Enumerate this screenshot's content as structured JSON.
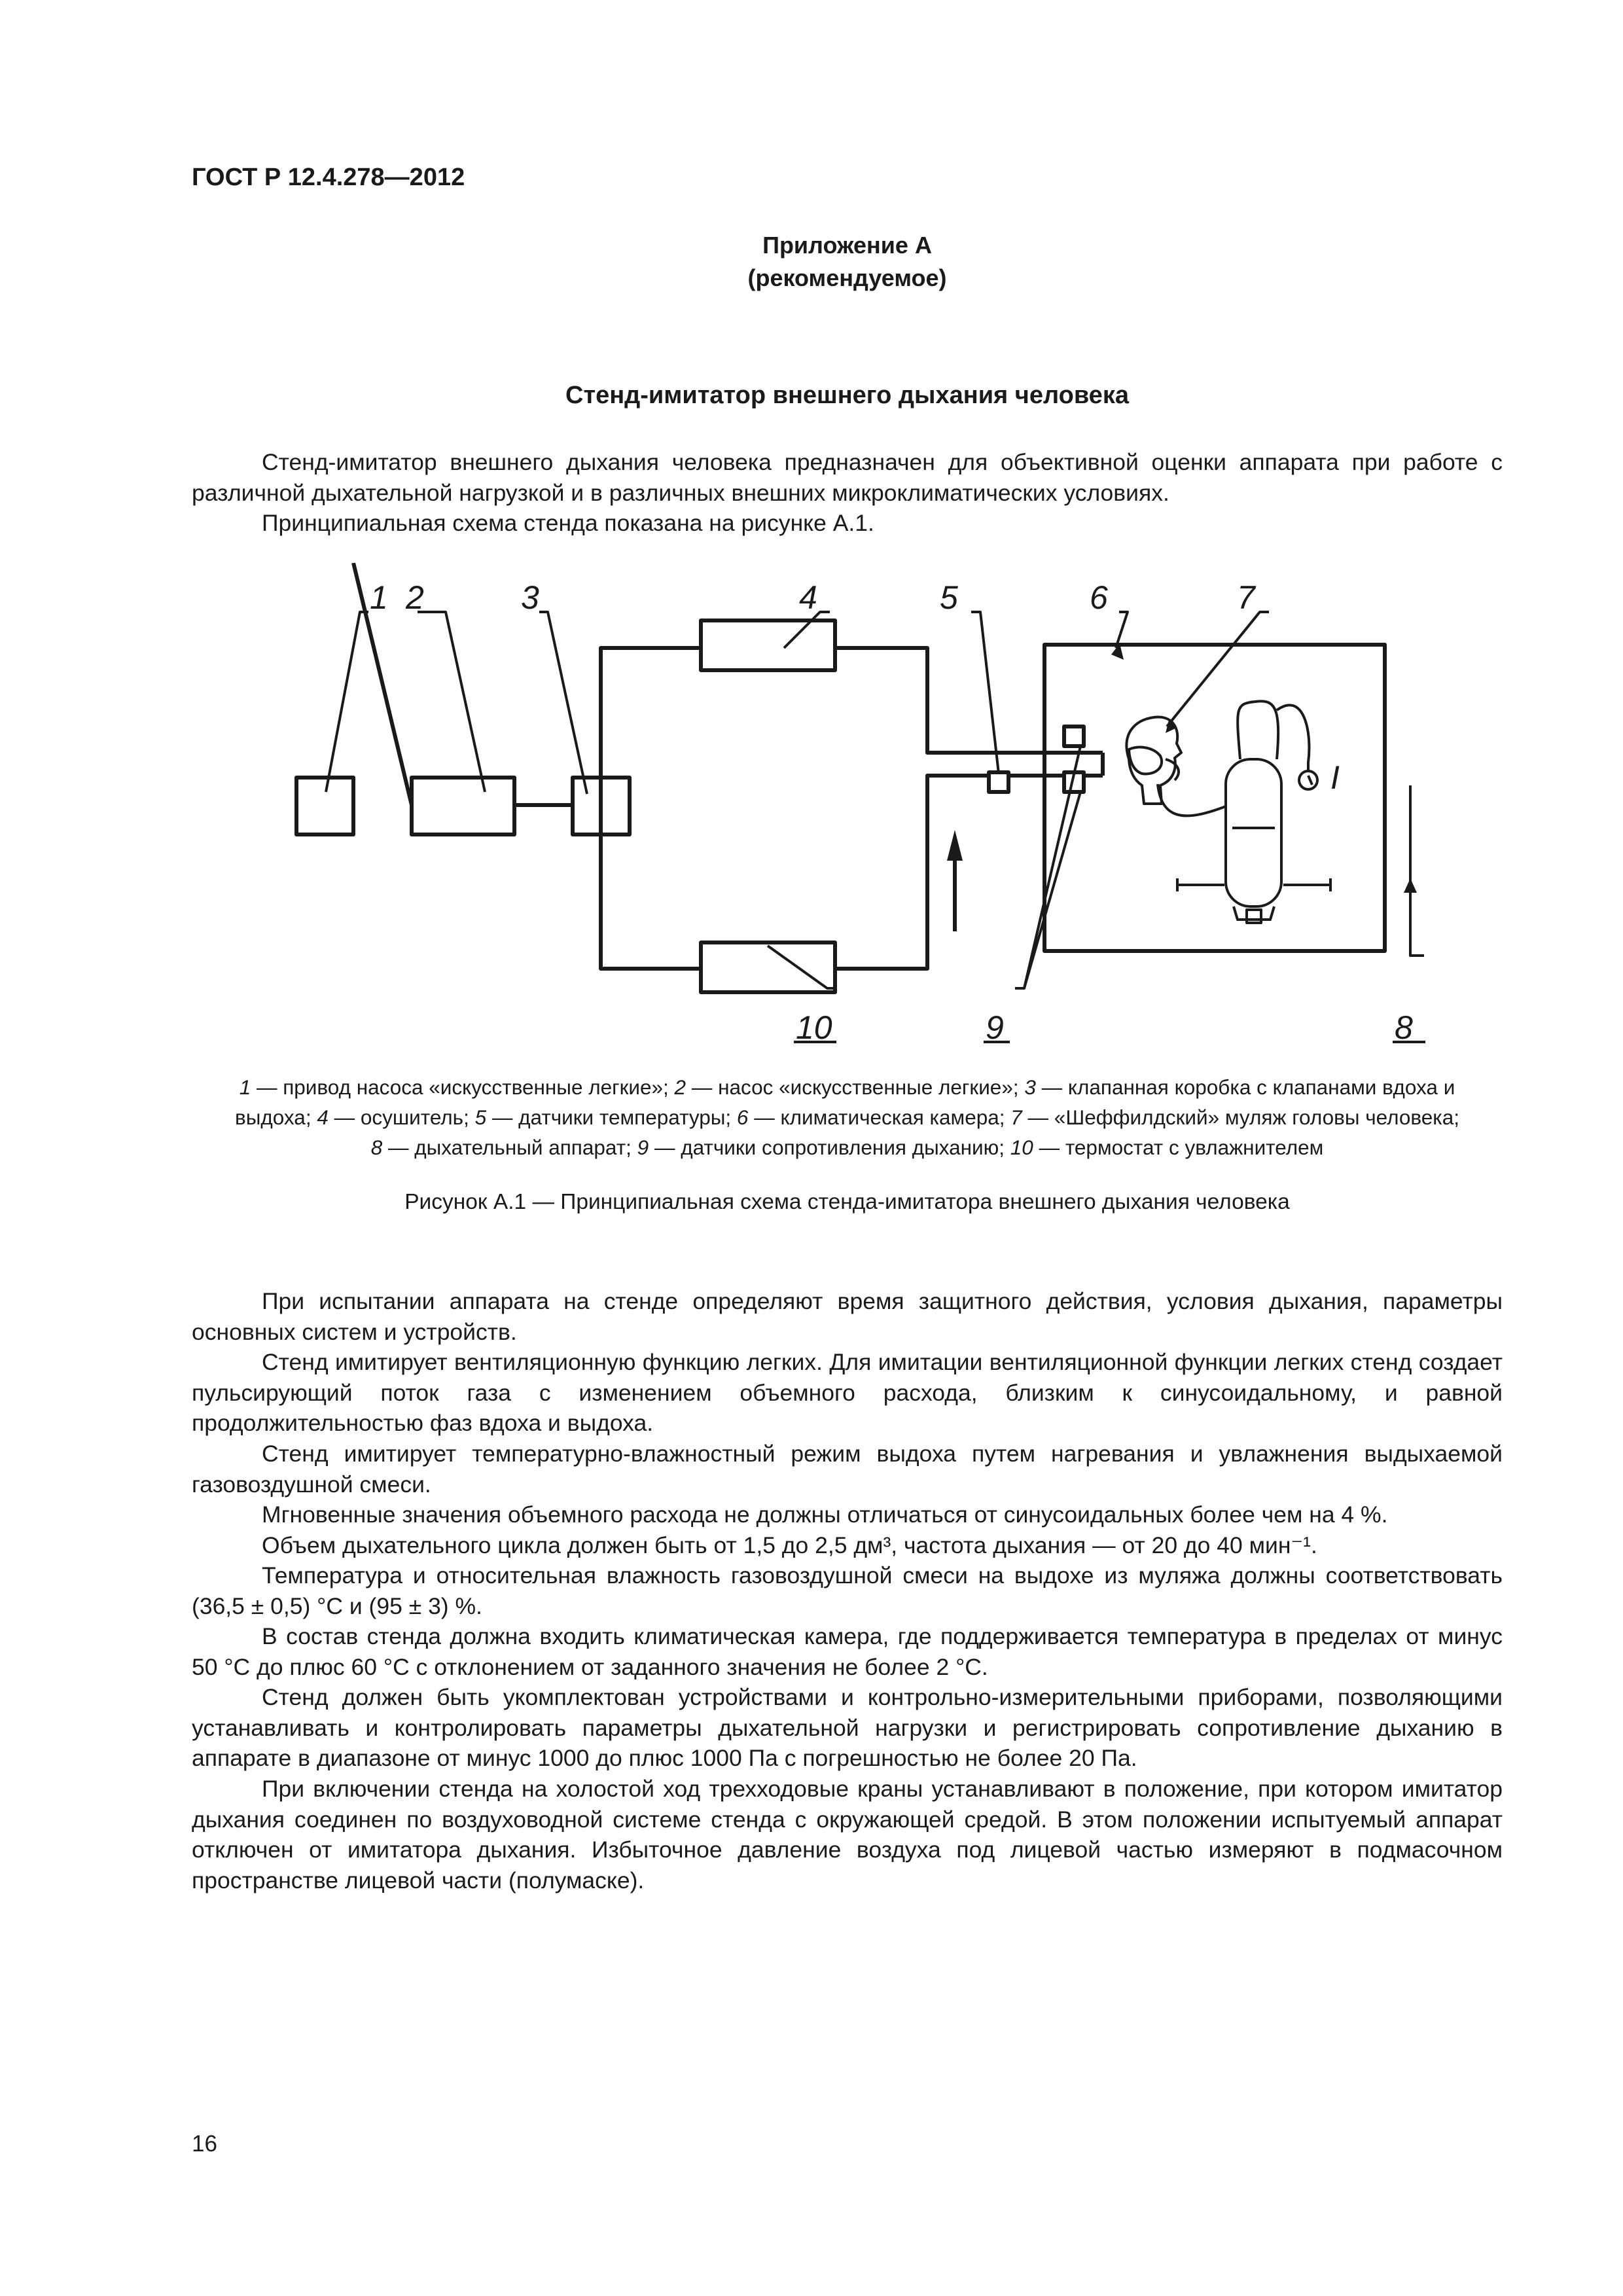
{
  "header": {
    "standard": "ГОСТ Р 12.4.278—2012"
  },
  "appendix": {
    "line1": "Приложение А",
    "line2": "(рекомендуемое)"
  },
  "section_title": "Стенд-имитатор внешнего дыхания человека",
  "intro": [
    "Стенд-имитатор внешнего дыхания человека предназначен для объективной оценки аппарата при работе с различной дыхательной нагрузкой и в различных внешних микроклиматических условиях.",
    "Принципиальная схема стенда показана на рисунке А.1."
  ],
  "figure": {
    "labels": [
      "1",
      "2",
      "3",
      "4",
      "5",
      "6",
      "7",
      "8",
      "9",
      "10"
    ],
    "gauge_mark": "I",
    "legend": {
      "line1": [
        {
          "n": "1",
          "t": " — привод насоса «искусственные легкие»; "
        },
        {
          "n": "2",
          "t": " — насос «искусственные легкие»; "
        },
        {
          "n": "3",
          "t": " — клапанная коробка с клапанами вдоха и"
        }
      ],
      "line2": [
        {
          "n": "",
          "t": "выдоха; "
        },
        {
          "n": "4",
          "t": " — осушитель; "
        },
        {
          "n": "5",
          "t": " — датчики температуры; "
        },
        {
          "n": "6",
          "t": " — климатическая камера; "
        },
        {
          "n": "7",
          "t": " — «Шеффилдский» муляж головы человека;"
        }
      ],
      "line3": [
        {
          "n": "8",
          "t": " — дыхательный аппарат; "
        },
        {
          "n": "9",
          "t": " — датчики сопротивления дыханию; "
        },
        {
          "n": "10",
          "t": " — термостат с увлажнителем"
        }
      ]
    },
    "caption": "Рисунок А.1 — Принципиальная схема стенда-имитатора внешнего дыхания человека"
  },
  "body": [
    "При испытании аппарата на стенде определяют время защитного действия, условия дыхания, параметры основных систем и устройств.",
    "Стенд имитирует вентиляционную функцию легких. Для имитации вентиляционной функции легких стенд создает пульсирующий поток газа с изменением объемного расхода, близким к синусоидальному, и равной продолжительностью фаз вдоха и выдоха.",
    "Стенд имитирует температурно-влажностный режим выдоха путем нагревания и увлажнения выдыхаемой газовоздушной смеси.",
    "Мгновенные значения объемного расхода не должны отличаться от синусоидальных более чем на 4 %.",
    "Объем дыхательного цикла должен быть от 1,5 до 2,5 дм³, частота дыхания — от 20 до 40 мин⁻¹.",
    "Температура и относительная влажность газовоздушной смеси на выдохе из муляжа должны соответствовать (36,5 ± 0,5) °С и (95 ± 3) %.",
    "В состав стенда должна входить климатическая камера, где поддерживается температура в пределах от минус 50 °С до плюс 60 °С с отклонением от заданного значения не более 2 °С.",
    "Стенд должен быть укомплектован устройствами и контрольно-измерительными приборами, позволяющими устанавливать и контролировать параметры дыхательной нагрузки и регистрировать сопротивление дыханию в аппарате в диапазоне от минус 1000 до плюс 1000 Па с погрешностью не более 20 Па.",
    "При включении стенда на холостой ход трехходовые краны устанавливают в положение, при котором имитатор дыхания соединен по воздуховодной системе стенда с окружающей средой. В этом положении испытуемый аппарат отключен от имитатора дыхания. Избыточное давление воздуха под лицевой частью измеряют в подмасочном пространстве лицевой части (полумаске)."
  ],
  "page_number": "16"
}
